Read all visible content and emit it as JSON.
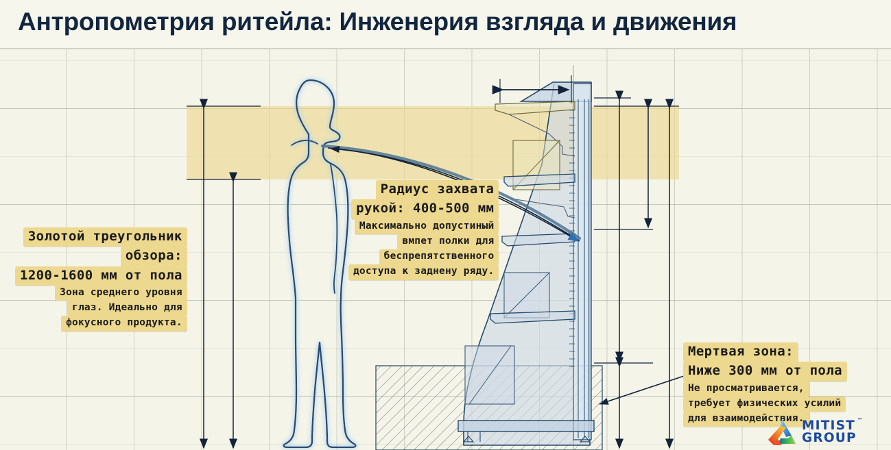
{
  "header": {
    "title": "Антропометрия ритейла: Инженерия взгляда и движения"
  },
  "colors": {
    "background": "#f4f4e9",
    "title_text": "#12263f",
    "golden_band": "#ebd78c",
    "callout_bg": "#ecd88e",
    "figure_outline": "#2b4a6f",
    "figure_glow": "#bcd9f0",
    "shelf_fill": "#ccd9e6",
    "shelf_line": "#24496b",
    "reach_curve": "#4a6f8f",
    "dimension_line": "#1c1c1c",
    "grid_line": "#78826e",
    "logo_text": "#1b4aa0"
  },
  "callouts": [
    {
      "name": "golden-triangle",
      "headline": [
        "Золотой треугольник",
        "обзора:",
        "1200-1600 мм от пола"
      ],
      "body": [
        "Зона среднего уровня",
        "глаз. Идеально для",
        "фокусного продукта."
      ]
    },
    {
      "name": "grab-radius",
      "headline": [
        "Радиус захвата",
        "рукой: 400-500 мм"
      ],
      "body": [
        "Максимально допустиный",
        "вмпет полки для",
        "беспрепятственного",
        "доступа к заднену ряду."
      ]
    },
    {
      "name": "dead-zone",
      "headline": [
        "Мертвая зона:",
        "Ниже 300 мм от пола"
      ],
      "body": [
        "Не просматривается,",
        "требует физических усилий",
        "для взаимодействия."
      ]
    }
  ],
  "measurements": {
    "eye_zone_mm": "1200-1600",
    "grab_radius_mm": "400-500",
    "dead_zone_mm": "300"
  },
  "logo": {
    "line1": "MITIST",
    "line2": "GROUP",
    "trademark": "™"
  }
}
